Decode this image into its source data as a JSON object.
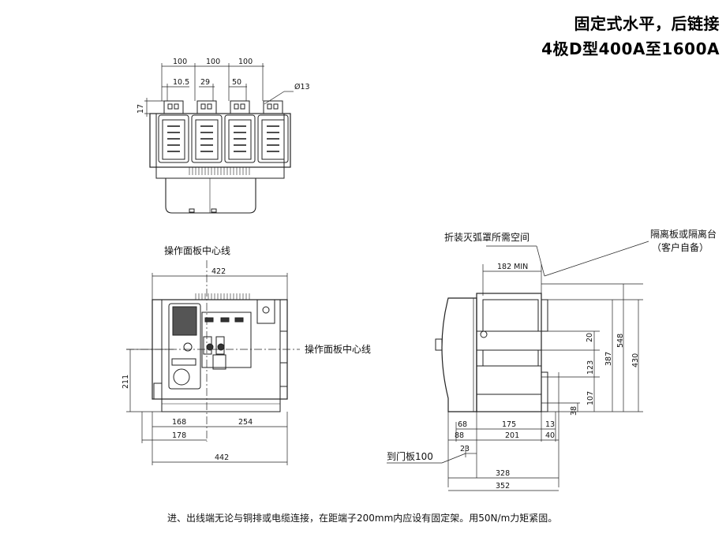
{
  "title": {
    "line1": "固定式水平，后链接",
    "line2": "4极D型400A至1600A"
  },
  "top_view": {
    "dims": {
      "pitch_1": "100",
      "pitch_2": "100",
      "pitch_3": "100",
      "d1": "10.5",
      "d2": "29",
      "d3": "50",
      "hole": "Ø13",
      "height": "17"
    }
  },
  "front_view": {
    "label_top": "操作面板中心线",
    "label_right": "操作面板中心线",
    "dims": {
      "width_top": "422",
      "height_left": "211",
      "w168": "168",
      "w254": "254",
      "w178": "178",
      "w442": "442"
    }
  },
  "side_view": {
    "label_arc": "折装灭弧罩所需空间",
    "label_rack": "隔离板或隔离台",
    "label_rack_sub": "（客户自备）",
    "label_door": "到门板100",
    "dims": {
      "d182": "182 MIN",
      "v20": "20",
      "v123": "123",
      "v107": "107",
      "v38": "38",
      "v387": "387",
      "v548": "548",
      "v430": "430",
      "h68": "68",
      "h175": "175",
      "h13": "13",
      "h88": "88",
      "h201": "201",
      "h40": "40",
      "h23": "23",
      "h328": "328",
      "h352": "352"
    }
  },
  "footnote": "进、出线端无论与铜排或电缆连接，在距端子200mm内应设有固定架。用50N/m力矩紧固。"
}
